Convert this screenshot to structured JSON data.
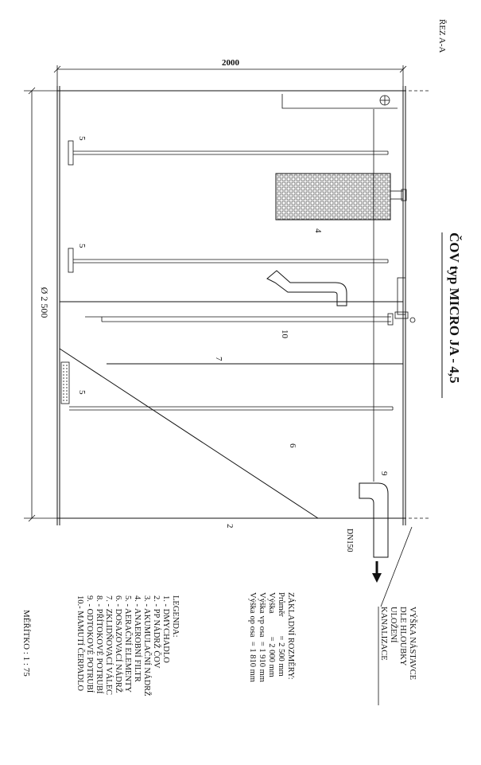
{
  "section_label": "ŘEZ A-A",
  "title": "ČOV typ MICRO JA - 4,5",
  "dimensions": {
    "width": "2000",
    "diameter": "Ø 2 500"
  },
  "part_numbers": {
    "p5a": "5",
    "p5b": "5",
    "p5c": "5",
    "p4": "4",
    "p10": "10",
    "p7": "7",
    "p6": "6",
    "p9": "9",
    "p2": "2"
  },
  "outlet_label": "DN150",
  "extension_note": [
    "VÝŠKA NÁSTAVCE",
    "DLE HLOUBKY",
    "ULOŽENÍ",
    "KANALIZACE"
  ],
  "basic_dimensions": {
    "heading": "ZÁKLADNÍ ROZMĚRY:",
    "rows": [
      "Průměr         = 2 500 mm",
      "Výška           = 2 000 mm",
      "Výška vp osa  = 1 910 mm",
      "Výška op osa  = 1 810 mm"
    ]
  },
  "legend": {
    "heading": "LEGENDA:",
    "items": [
      "1. - DMYCHADLO",
      "2. - PP NÁDRŽ ČOV",
      "3. - AKUMULAČNÍ NÁDRŽ",
      "4. - ANAEROBNÍ FILTR",
      "5. - AERAČNÍ ELEMENTY",
      "6. - DOSAZOVACÍ NÁDRŽ",
      "7. - ZKLIDŇOVACÍ VÁLEC",
      "8. - PŘÍTOKOVÉ POTRUBÍ",
      "9. - ODTOKOVÉ POTRUBÍ",
      "10.- MAMUTÍ ČERPADLO"
    ]
  },
  "scale": "MĚŘÍTKO : 1 : 75"
}
